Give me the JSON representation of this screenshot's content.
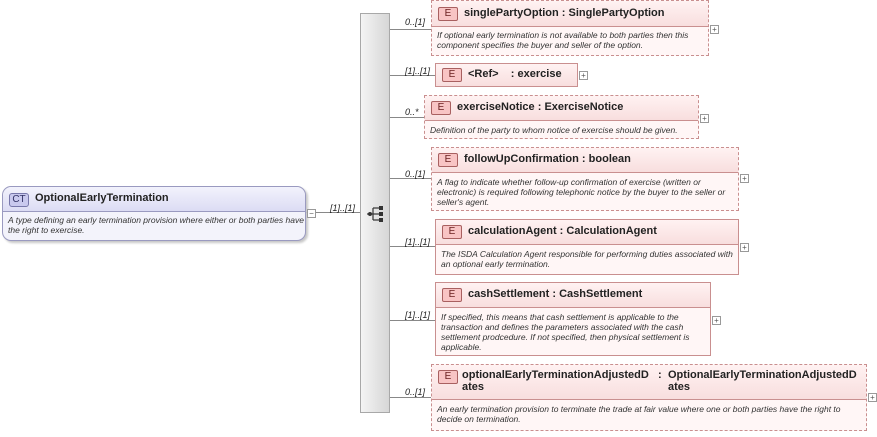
{
  "root": {
    "badge": "CT",
    "name": "OptionalEarlyTermination",
    "description": "A type defining an early termination provision where either or both parties have the right to exercise.",
    "cardinality": "[1]..[1]",
    "expand_symbol": "−"
  },
  "elements": [
    {
      "badge": "E",
      "name": "singlePartyOption",
      "type": "SinglePartyOption",
      "cardinality": "0..[1]",
      "description": "If optional early termination is not available to both parties then this component specifies the buyer and seller of the option."
    },
    {
      "badge": "E",
      "name": "<Ref>",
      "type": "exercise",
      "cardinality": "[1]..[1]",
      "description": ""
    },
    {
      "badge": "E",
      "name": "exerciseNotice",
      "type": "ExerciseNotice",
      "cardinality": "0..*",
      "description": "Definition of the party to whom notice of exercise should be given."
    },
    {
      "badge": "E",
      "name": "followUpConfirmation",
      "type": "boolean",
      "cardinality": "0..[1]",
      "description": "A flag to indicate whether follow-up confirmation of exercise (written or electronic) is required following telephonic notice by the buyer to the seller or seller's agent."
    },
    {
      "badge": "E",
      "name": "calculationAgent",
      "type": "CalculationAgent",
      "cardinality": "[1]..[1]",
      "description": "The ISDA Calculation Agent responsible for performing duties associated with an optional early termination."
    },
    {
      "badge": "E",
      "name": "cashSettlement",
      "type": "CashSettlement",
      "cardinality": "[1]..[1]",
      "description": "If specified, this means that cash settlement is applicable to the transaction and defines the parameters associated with the cash settlement prodcedure. If not specified, then physical settlement is applicable."
    },
    {
      "badge": "E",
      "name": "optionalEarlyTerminationAdjustedDates",
      "name_line1": "optionalEarlyTerminationAdjustedD",
      "name_line2": "ates",
      "type": "OptionalEarlyTerminationAdjustedDates",
      "type_line1": "OptionalEarlyTerminationAdjustedD",
      "type_line2": "ates",
      "cardinality": "0..[1]",
      "description": "An early termination provision to terminate the trade at fair value where one or both parties have the right to decide on termination."
    }
  ],
  "expand_symbol": "+"
}
